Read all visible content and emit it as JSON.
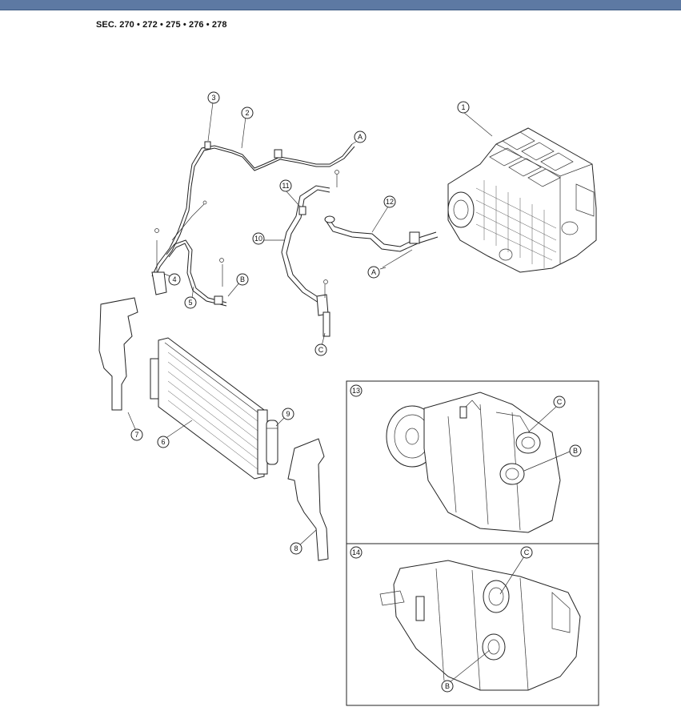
{
  "header": {
    "section_ref": "SEC. 270 • 272 • 275 • 276 • 278"
  },
  "callouts": {
    "c1": "1",
    "c2": "2",
    "c3": "3",
    "c4": "4",
    "c5": "5",
    "c6": "6",
    "c7": "7",
    "c8": "8",
    "c9": "9",
    "c10": "10",
    "c11": "11",
    "c12": "12",
    "a_top": "A",
    "a_bottom": "A",
    "b_hose": "B",
    "c_hose": "C"
  },
  "inset_13": {
    "number": "13",
    "port_c": "C",
    "port_b": "B"
  },
  "inset_14": {
    "number": "14",
    "port_c": "C",
    "port_b": "B"
  }
}
